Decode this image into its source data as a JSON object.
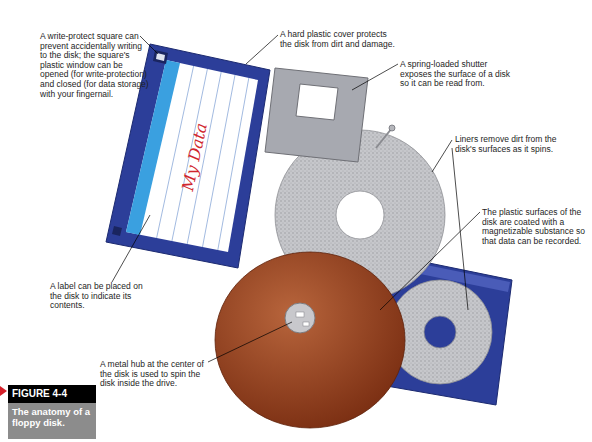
{
  "diagram": {
    "caption": "The anatomy of a floppy disk.",
    "labels": [
      "A write-protect square can prevent accidentally writing to the disk; the square's plastic window can be opened (for write-protection) and closed (for data storage) with your fingernail.",
      "A hard plastic cover protects the disk from dirt and damage.",
      "A spring-loaded shutter exposes the surface of a disk so it can be read from.",
      "Liners remove dirt from the disk's surfaces as it spins.",
      "The plastic surfaces of the disk are coated with a magnetizable substance so that data can be recorded.",
      "A label can be placed on the disk to indicate its contents.",
      "A metal hub at the center of the disk is used to spin the disk inside the drive.",
      "My Data",
      "FIGURE 4-4"
    ]
  }
}
